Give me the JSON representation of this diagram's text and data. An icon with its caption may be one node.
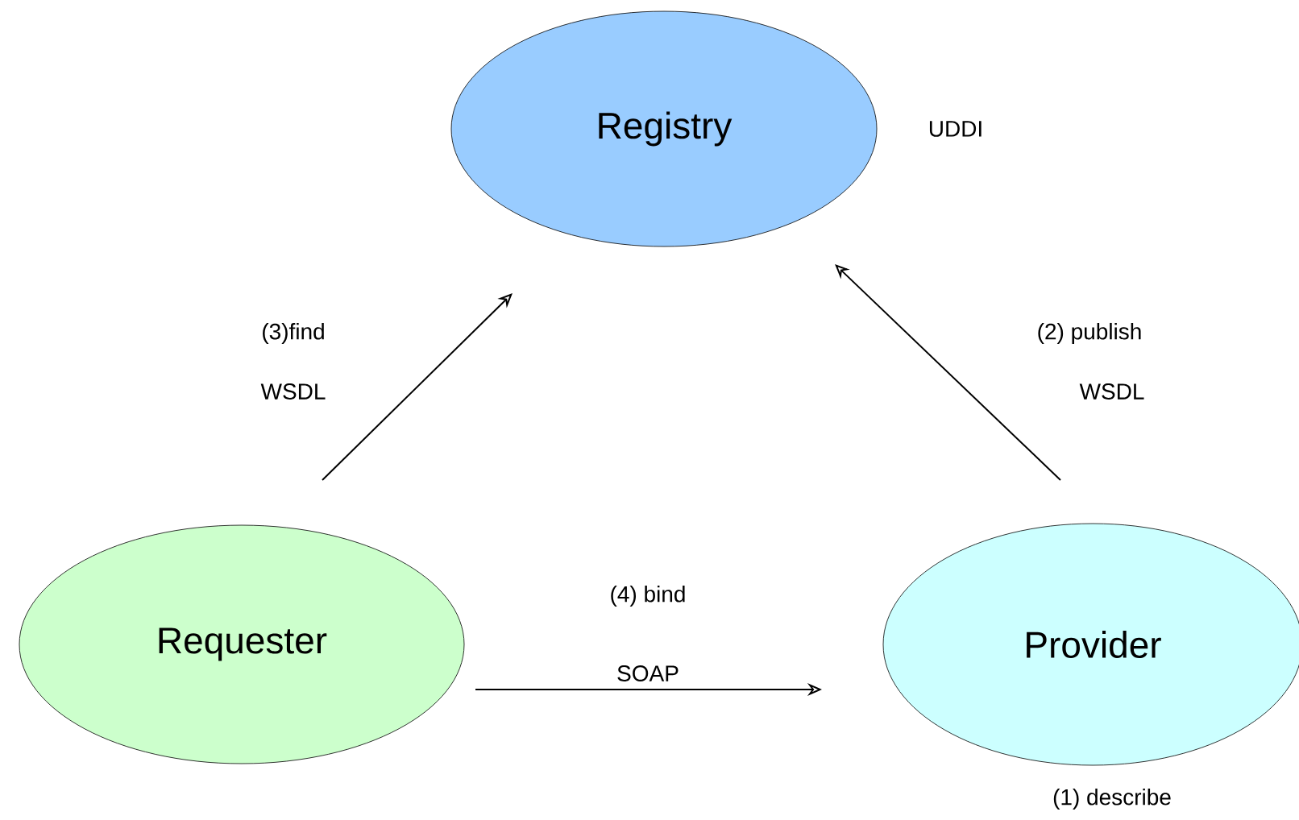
{
  "diagram": {
    "nodes": [
      {
        "text": [
          "Registry"
        ],
        "beside": [
          "UDDI"
        ]
      },
      {
        "text": [
          "Requester"
        ]
      },
      {
        "text": [
          "Provider"
        ],
        "beside": [
          "(1) describe"
        ]
      }
    ],
    "edges": [
      {
        "from": 1,
        "to": 0,
        "arrow": "to",
        "label": "(3)find"
      },
      {
        "from": 2,
        "to": 0,
        "arrow": "to",
        "label": "(2) publish"
      },
      {
        "from": 1,
        "to": 2,
        "arrow": "to",
        "label": "(4) bind"
      }
    ],
    "labels": [
      "WSDL",
      "WSDL",
      "SOAP"
    ]
  }
}
